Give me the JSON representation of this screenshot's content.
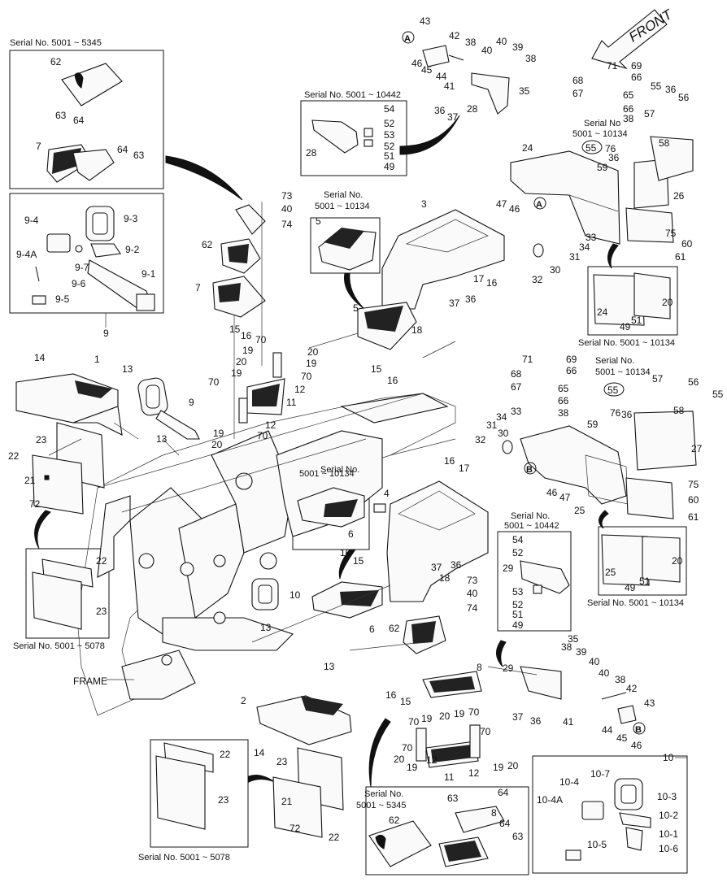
{
  "diagram": {
    "front_label": "FRONT",
    "frame_label": "FRAME",
    "group_9": "9",
    "group_10": "10",
    "marker_a": "A",
    "marker_b": "B",
    "circled_55": "55",
    "serials": {
      "s1": "Serial No. 5001 ~ 5345",
      "s2": "Serial No. 5001 ~ 10442",
      "s3a": "Serial No.",
      "s3b": "5001 ~ 10134",
      "s4a": "Serial No.",
      "s4b": "5001 ~ 10134",
      "s5a": "Serial No.",
      "s5b": "5001 ~ 10134",
      "s6a": "Serial No.",
      "s6b": "5001 ~ 10442",
      "s7": "Serial No. 5001 ~ 10134",
      "s8": "Serial No. 5001 ~ 10134",
      "s9": "Serial No. 5001 ~ 5078",
      "s10": "Serial No. 5001 ~ 5078",
      "s11a": "Serial No.",
      "s11b": "5001 ~ 5345",
      "s12a": "Serial No",
      "s12b": "5001 ~ 10134"
    }
  }
}
